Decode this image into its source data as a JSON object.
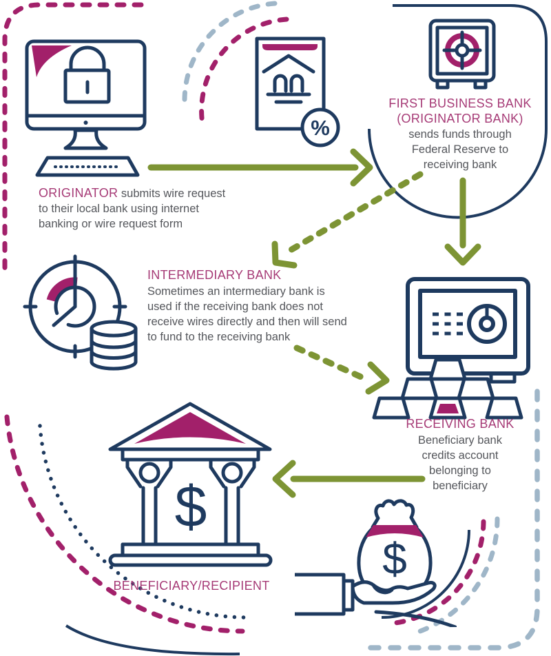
{
  "colors": {
    "navy": "#1E3A5F",
    "magenta": "#A2206A",
    "magenta_text": "#A63A76",
    "olive": "#7D9434",
    "blue_gray": "#9FB6C8",
    "text_gray": "#54565B"
  },
  "steps": {
    "originator": {
      "label": "ORIGINATOR",
      "description": " submits wire request\nto their local bank using internet\nbanking or wire request form"
    },
    "originator_bank": {
      "label_line1": "FIRST BUSINESS BANK",
      "label_line2": "(ORIGINATOR BANK)",
      "description": "sends funds through\nFederal Reserve to\nreceiving bank"
    },
    "intermediary_bank": {
      "label": "INTERMEDIARY BANK",
      "description": "Sometimes an intermediary bank is\nused if the receiving bank does not\nreceive wires directly and then will send\nto fund to the receiving bank"
    },
    "receiving_bank": {
      "label": "RECEIVING BANK",
      "description": "Beneficiary bank\ncredits account\nbelonging to\nbeneficiary"
    },
    "beneficiary": {
      "label": "BENEFICIARY/RECIPIENT"
    }
  },
  "glyphs": {
    "percent": "%",
    "dollar": "$"
  }
}
